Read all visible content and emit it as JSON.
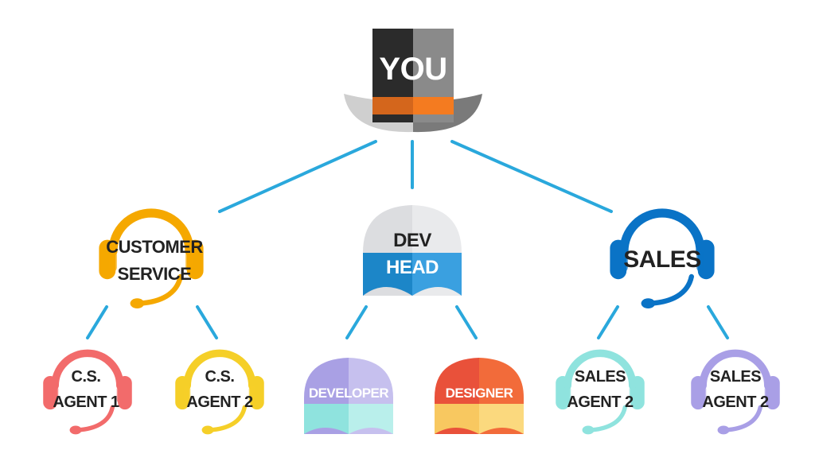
{
  "nodes": {
    "you": {
      "label": "YOU"
    },
    "customer_service": {
      "line1": "CUSTOMER",
      "line2": "SERVICE"
    },
    "dev_head": {
      "line1": "DEV",
      "line2": "HEAD"
    },
    "sales": {
      "label": "SALES"
    },
    "cs_agent_1": {
      "line1": "C.S.",
      "line2": "AGENT 1"
    },
    "cs_agent_2": {
      "line1": "C.S.",
      "line2": "AGENT 2"
    },
    "developer": {
      "label": "DEVELOPER"
    },
    "designer": {
      "label": "DESIGNER"
    },
    "sales_agent_a": {
      "line1": "SALES",
      "line2": "AGENT 2"
    },
    "sales_agent_b": {
      "line1": "SALES",
      "line2": "AGENT 2"
    }
  },
  "colors": {
    "connector": "#2aa8dc",
    "top_hat_dark": "#2b2b2b",
    "top_hat_gray": "#8a8a8a",
    "top_hat_band": "#f47b20",
    "customer_service": "#f5a800",
    "sales": "#0a73c6",
    "dev_head_blue": "#1c86c8",
    "cs_agent_1": "#f26b6b",
    "cs_agent_2": "#f5cf28",
    "developer": "#a9a0e4",
    "designer": "#f26b3a",
    "sales_agent_a": "#8fe3de",
    "sales_agent_b": "#a99fe6"
  },
  "icons": {
    "top": "top-hat-icon",
    "managers": "headset-icon",
    "dev": "baseball-cap-icon"
  }
}
